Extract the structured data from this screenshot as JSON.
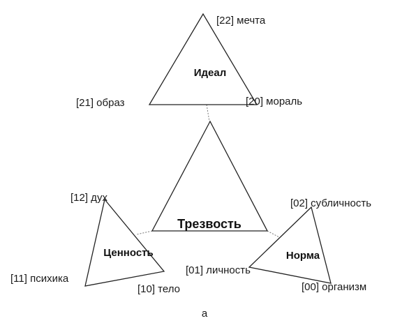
{
  "ideal": {
    "title": "Идеал",
    "top": "[22] мечта",
    "left": "[21] образ",
    "right": "[20] мораль"
  },
  "center": {
    "title": "Трезвость"
  },
  "value": {
    "title": "Ценность",
    "top": "[12] дух",
    "left": "[11] психика",
    "right": "[10] тело"
  },
  "norm": {
    "title": "Норма",
    "top": "[02] субличность",
    "left": "[01] личность",
    "right": "[00] организм"
  },
  "caption": "а"
}
